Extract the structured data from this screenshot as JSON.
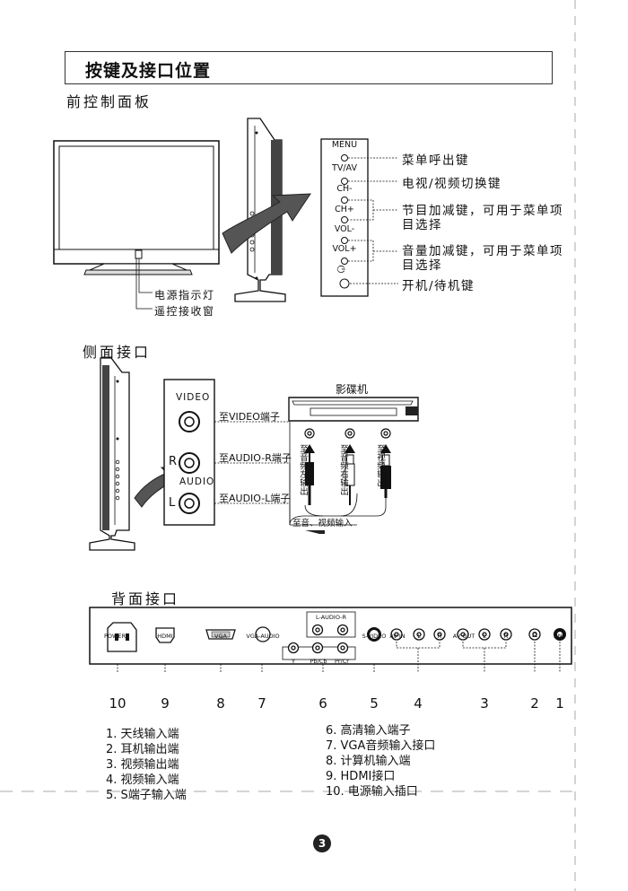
{
  "title": "按键及接口位置",
  "front": {
    "heading": "前控制面板",
    "buttons": [
      "MENU",
      "TV/AV",
      "CH-",
      "CH+",
      "VOL-",
      "VOL+"
    ],
    "power_symbol": "⏻",
    "desc": {
      "menu": "菜单呼出键",
      "tvav": "电视/视频切换键",
      "ch_line1": "节目加减键，可用于菜单项",
      "ch_line2": "目选择",
      "vol_line1": "音量加减键，可用于菜单项",
      "vol_line2": "目选择",
      "power": "开机/待机键"
    },
    "indicator": "电源指示灯",
    "receiver": "遥控接收窗"
  },
  "side": {
    "heading": "侧面接口",
    "panel_video": "VIDEO",
    "panel_r": "R",
    "panel_audio": "AUDIO",
    "panel_l": "L",
    "to_video": "至VIDEO端子",
    "to_audio_r": "至AUDIO-R端子",
    "to_audio_l": "至AUDIO-L端子",
    "dvd_label": "影碟机",
    "out_left": "至音频左输出",
    "out_right": "至音频右输出",
    "out_video": "至视频输出",
    "av_in": "至音、视频输入"
  },
  "rear": {
    "heading": "背面接口",
    "labels": {
      "power": "POWER",
      "hdmi": "HDMI",
      "vga": "VGA",
      "vga_audio": "VGA-AUDIO",
      "l_audio_r": "L-AUDIO-R",
      "y": "Y",
      "pbcb": "Pb/Cb",
      "prcr": "Pr/Cr",
      "svideo": "S-VIDEO",
      "avin": "AV IN",
      "avin_l": "L",
      "avin_r": "R",
      "avout": "AV OUT",
      "avout_l": "L",
      "avout_r": "R",
      "headphone": "Ω",
      "ant": "ANT"
    },
    "numbers": [
      "10",
      "9",
      "8",
      "7",
      "6",
      "5",
      "4",
      "3",
      "2",
      "1"
    ]
  },
  "legend": {
    "left": [
      "1. 天线输入端",
      "2. 耳机输出端",
      "3. 视频输出端",
      "4. 视频输入端",
      "5. S端子输入端"
    ],
    "right": [
      "6. 高清输入端子",
      "7. VGA音频输入接口",
      "8. 计算机输入端",
      "9. HDMI接口",
      "10. 电源输入插口"
    ]
  },
  "page_number": "3"
}
